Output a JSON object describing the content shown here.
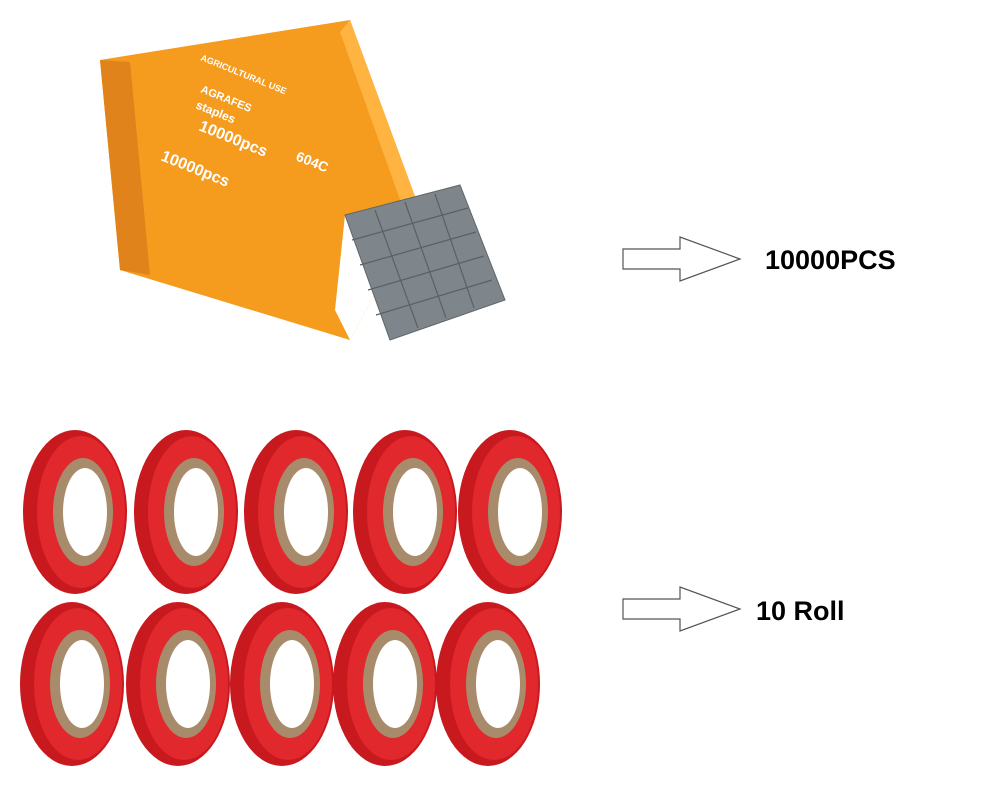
{
  "staples_box": {
    "print_lines": [
      "AGRICULTURAL USE",
      "AGRAFES",
      "staples",
      "10000pcs",
      "604C",
      "10000pcs"
    ]
  },
  "items": [
    {
      "label": "10000PCS"
    },
    {
      "label": "10 Roll"
    }
  ],
  "colors": {
    "box_orange": "#f39a1c",
    "staple_gray": "#7d8488",
    "tape_red": "#d8262b",
    "tape_core": "#a58a6a"
  }
}
